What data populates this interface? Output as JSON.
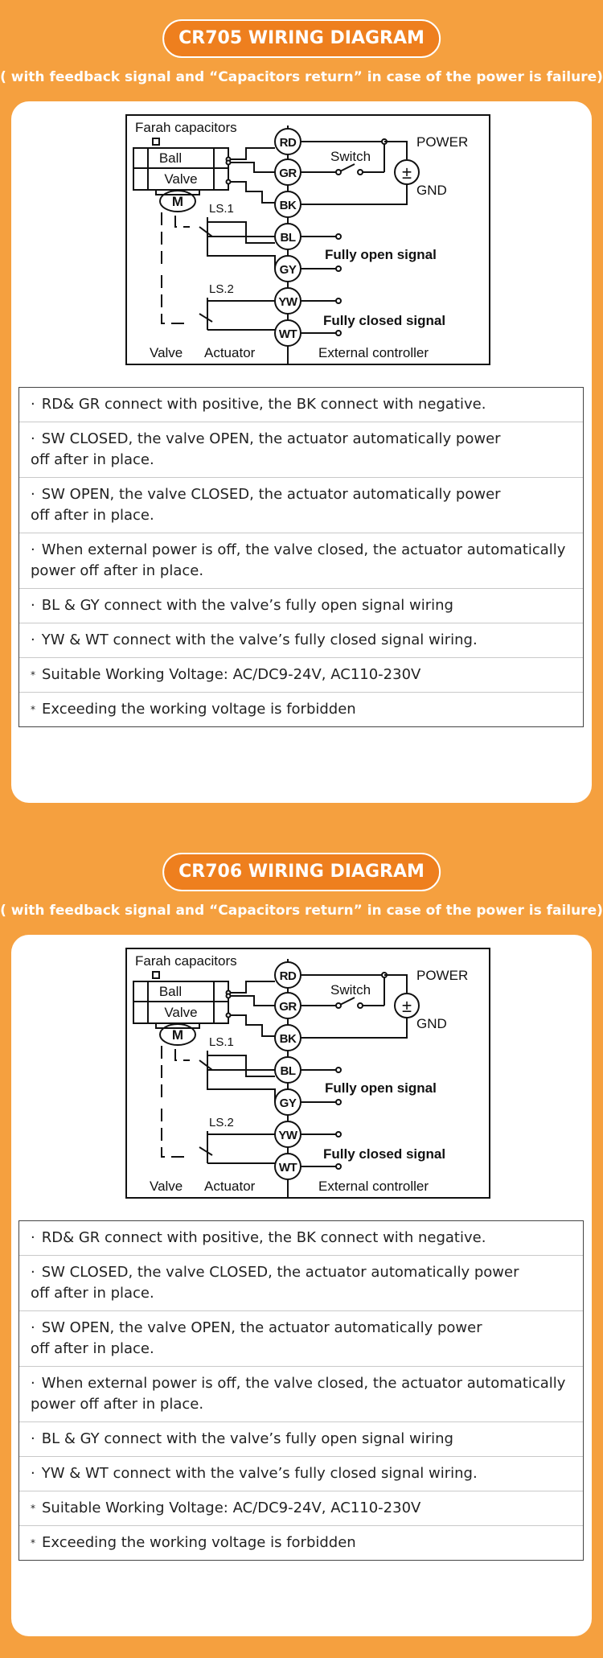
{
  "sections": [
    {
      "title": "CR705 WIRING DIAGRAM",
      "subtitle": "( with feedback signal and “Capacitors return” in case of the power is failure)",
      "diagram": {
        "capacitors": "Farah capacitors",
        "ball": "Ball",
        "valve": "Valve",
        "motor": "M",
        "switch": "Switch",
        "power": "POWER",
        "gnd": "GND",
        "ls1": "LS.1",
        "ls2": "LS.2",
        "open_signal": "Fully open signal",
        "closed_signal": "Fully closed signal",
        "valve_label": "Valve",
        "actuator_label": "Actuator",
        "external": "External controller",
        "wires": [
          "RD",
          "GR",
          "BK",
          "BL",
          "GY",
          "YW",
          "WT"
        ]
      },
      "notes": [
        {
          "bullet": "·",
          "text": "RD& GR connect with positive, the BK connect with negative."
        },
        {
          "bullet": "·",
          "text": "SW CLOSED, the valve OPEN, the actuator automatically power\n off after in place."
        },
        {
          "bullet": "·",
          "text": "SW OPEN, the valve CLOSED, the actuator automatically power\n  off after in place."
        },
        {
          "bullet": "·",
          "text": "When external power is off, the valve closed, the actuator automatically\n  power off after in place."
        },
        {
          "bullet": "·",
          "text": "BL & GY connect with the valve’s fully open signal wiring"
        },
        {
          "bullet": "·",
          "text": "YW & WT connect with the valve’s fully closed signal wiring."
        },
        {
          "bullet": "*",
          "text": "Suitable Working Voltage: AC/DC9-24V, AC110-230V"
        },
        {
          "bullet": "*",
          "text": "Exceeding the working voltage is forbidden"
        }
      ]
    },
    {
      "title": "CR706 WIRING DIAGRAM",
      "subtitle": "( with feedback signal and “Capacitors return” in case of the power is failure)",
      "diagram": {
        "capacitors": "Farah capacitors",
        "ball": "Ball",
        "valve": "Valve",
        "motor": "M",
        "switch": "Switch",
        "power": "POWER",
        "gnd": "GND",
        "ls1": "LS.1",
        "ls2": "LS.2",
        "open_signal": "Fully open signal",
        "closed_signal": "Fully closed signal",
        "valve_label": "Valve",
        "actuator_label": "Actuator",
        "external": "External controller",
        "wires": [
          "RD",
          "GR",
          "BK",
          "BL",
          "GY",
          "YW",
          "WT"
        ]
      },
      "notes": [
        {
          "bullet": "·",
          "text": "RD& GR connect with positive, the BK connect with negative."
        },
        {
          "bullet": "·",
          "text": "SW CLOSED, the valve CLOSED, the actuator automatically power\n off after in place."
        },
        {
          "bullet": "·",
          "text": "SW OPEN, the valve OPEN, the actuator automatically power\n off after in place."
        },
        {
          "bullet": "·",
          "text": "When external power is off, the valve closed, the actuator automatically\n power off after in place."
        },
        {
          "bullet": "·",
          "text": "BL & GY connect with the valve’s fully open signal wiring"
        },
        {
          "bullet": "·",
          "text": "YW & WT connect with the valve’s fully closed signal wiring."
        },
        {
          "bullet": "*",
          "text": "Suitable Working Voltage: AC/DC9-24V, AC110-230V"
        },
        {
          "bullet": "*",
          "text": "Exceeding the working voltage is forbidden"
        }
      ]
    }
  ]
}
